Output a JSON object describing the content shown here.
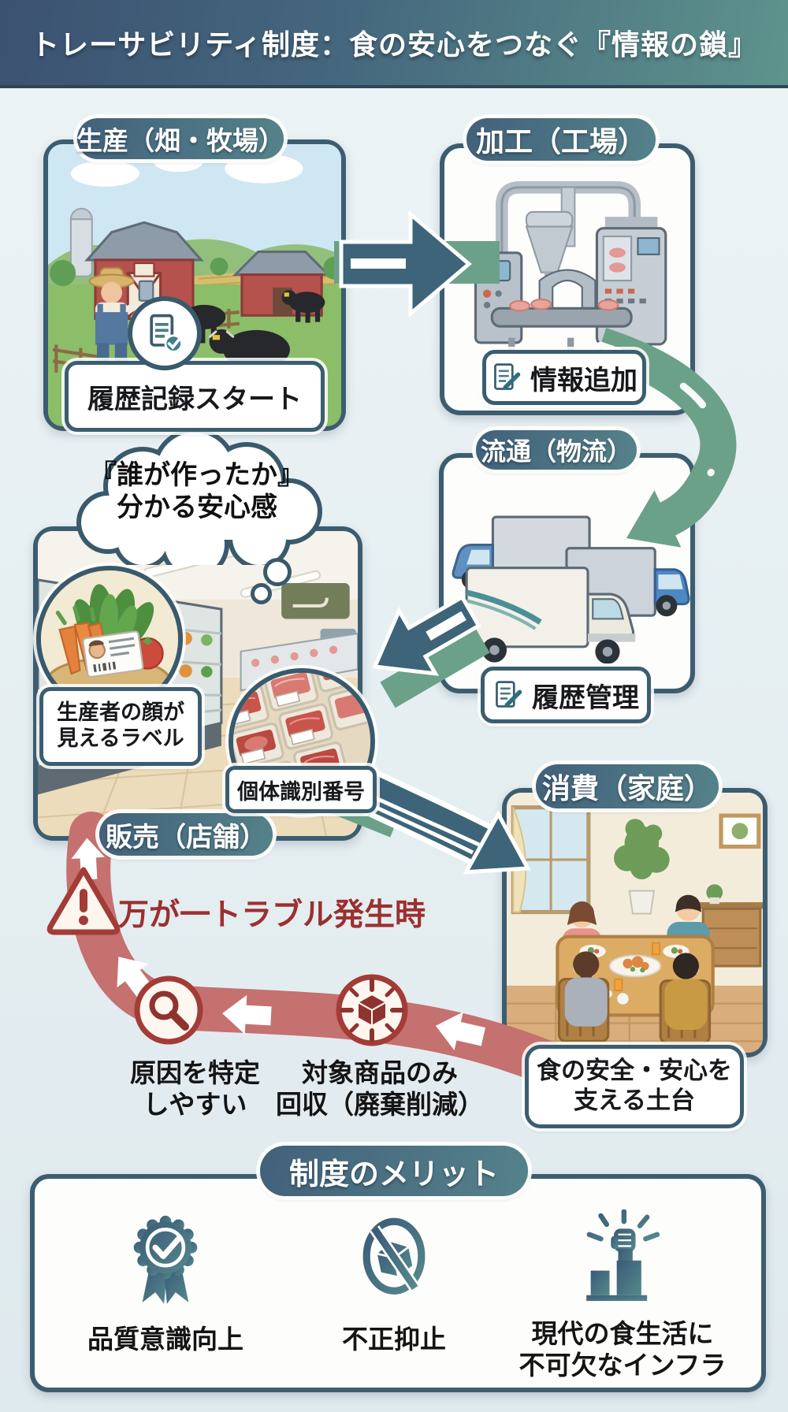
{
  "header": {
    "title": "トレーサビリティ制度：食の安心をつなぐ『情報の鎖』"
  },
  "stages": {
    "production": {
      "title": "生産（畑・牧場）",
      "note": "履歴記録スタート",
      "icon": "doc-check-icon"
    },
    "processing": {
      "title": "加工（工場）",
      "note": "情報追加",
      "icon": "doc-pencil-icon"
    },
    "distribution": {
      "title": "流通（物流）",
      "note": "履歴管理",
      "icon": "doc-pencil-icon"
    },
    "retail": {
      "title": "販売（店舗）",
      "thought": "『誰が作ったか』\n分かる安心感",
      "produce_label": "生産者の顔が\n見えるラベル",
      "meat_label": "個体識別番号"
    },
    "consumption": {
      "title": "消費（家庭）",
      "note": "食の安全・安心を\n支える土台"
    }
  },
  "recall": {
    "title": "万が一トラブル発生時",
    "identify": "原因を特定\nしやすい",
    "recover": "対象商品のみ\n回収（廃棄削減）",
    "icons": [
      "warning-icon",
      "magnifier-icon",
      "recall-box-icon"
    ]
  },
  "benefits": {
    "title": "制度のメリット",
    "items": [
      {
        "label": "品質意識向上",
        "icon": "medal-check-icon"
      },
      {
        "label": "不正抑止",
        "icon": "no-fraud-icon"
      },
      {
        "label": "現代の食生活に\n不可欠なインフラ",
        "icon": "fist-infrastructure-icon"
      }
    ]
  },
  "colors": {
    "header_left": "#3b5271",
    "header_right": "#5e938c",
    "card_border": "#3c5d70",
    "arrow_blue": "#3d6478",
    "arrow_green": "#6ba188",
    "recall_band": "#c4716f",
    "recall_dark": "#9c2f2f",
    "background": "#e6eef1"
  }
}
